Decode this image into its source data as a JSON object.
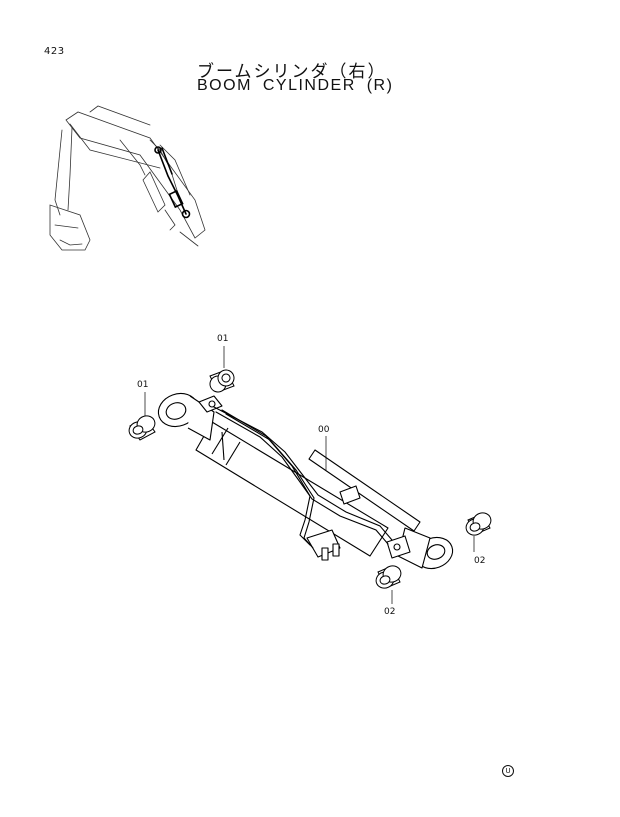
{
  "page": {
    "number": "423",
    "title_jp": "ブームシリンダ（右）",
    "title_en": "BOOM CYLINDER (R)"
  },
  "callouts": [
    {
      "id": "c01a",
      "label": "01"
    },
    {
      "id": "c01b",
      "label": "01"
    },
    {
      "id": "c00",
      "label": "00"
    },
    {
      "id": "c02a",
      "label": "02"
    },
    {
      "id": "c02b",
      "label": "02"
    }
  ],
  "maker_mark": "U"
}
